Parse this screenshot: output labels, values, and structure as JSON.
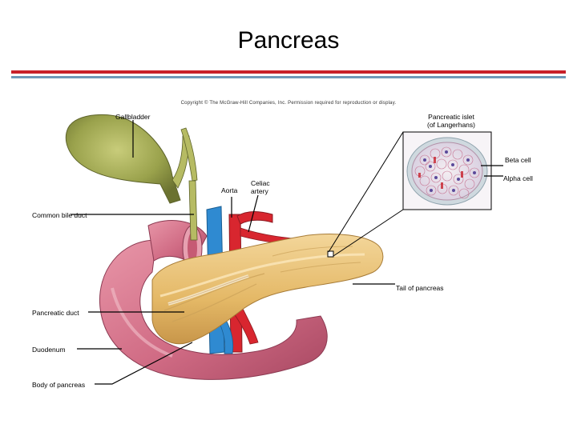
{
  "title": "Pancreas",
  "copyright": "Copyright © The McGraw-Hill Companies, Inc. Permission required for reproduction or display.",
  "labels": {
    "gallbladder": "Gallbladder",
    "pancreatic_islet_line1": "Pancreatic islet",
    "pancreatic_islet_line2": "(of Langerhans)",
    "beta_cell": "Beta cell",
    "alpha_cell": "Alpha cell",
    "aorta": "Aorta",
    "celiac_line1": "Celiac",
    "celiac_line2": "artery",
    "common_bile_duct": "Common bile duct",
    "tail_of_pancreas": "Tail of pancreas",
    "pancreatic_duct": "Pancreatic duct",
    "duodenum": "Duodenum",
    "body_of_pancreas": "Body of pancreas"
  },
  "colors": {
    "header_red": "#c8202a",
    "header_blue": "#6f98b8",
    "pancreas": "#e9c073",
    "duodenum": "#d9788e",
    "gallbladder": "#9aa24c",
    "aorta": "#c8202a",
    "vein": "#2f8ad1"
  }
}
